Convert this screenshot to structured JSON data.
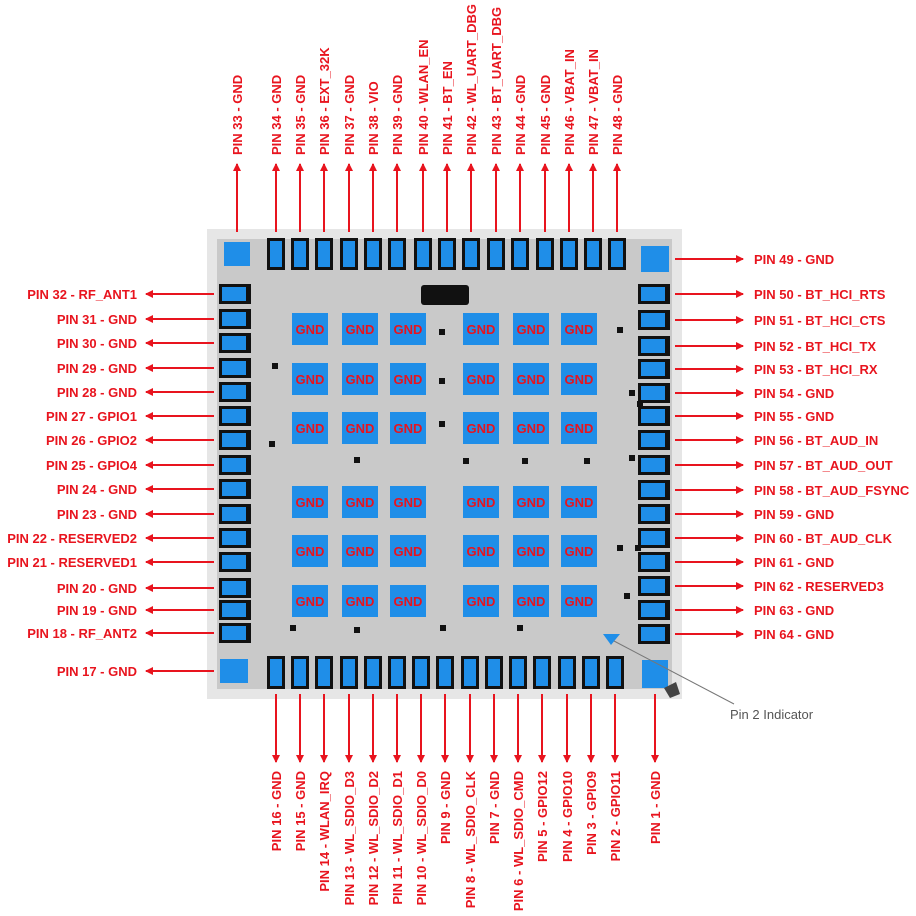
{
  "colors": {
    "label": "#e8141e",
    "pad": "#1f8ee8",
    "package": "#c9c9c9",
    "frame": "#e6e6e6",
    "outline": "#111111",
    "indicator_text": "#555555"
  },
  "pins": {
    "top": [
      {
        "label": "PIN 33 - GND"
      },
      {
        "label": "PIN 34 - GND"
      },
      {
        "label": "PIN 35 - GND"
      },
      {
        "label": "PIN 36 - EXT_32K"
      },
      {
        "label": "PIN 37 - GND"
      },
      {
        "label": "PIN 38 - VIO"
      },
      {
        "label": "PIN 39 - GND"
      },
      {
        "label": "PIN 40 - WLAN_EN"
      },
      {
        "label": "PIN 41 - BT_EN"
      },
      {
        "label": "PIN 42 - WL_UART_DBG"
      },
      {
        "label": "PIN 43 - BT_UART_DBG"
      },
      {
        "label": "PIN 44 - GND"
      },
      {
        "label": "PIN 45 - GND"
      },
      {
        "label": "PIN 46 - VBAT_IN"
      },
      {
        "label": "PIN 47 - VBAT_IN"
      },
      {
        "label": "PIN 48 - GND"
      }
    ],
    "bottom": [
      {
        "label": "PIN 16 - GND"
      },
      {
        "label": "PIN 15 - GND"
      },
      {
        "label": "PIN 14 - WLAN_IRQ"
      },
      {
        "label": "PIN 13 - WL_SDIO_D3"
      },
      {
        "label": "PIN 12 - WL_SDIO_D2"
      },
      {
        "label": "PIN 11 - WL_SDIO_D1"
      },
      {
        "label": "PIN 10 - WL_SDIO_D0"
      },
      {
        "label": "PIN 9 - GND"
      },
      {
        "label": "PIN 8 - WL_SDIO_CLK"
      },
      {
        "label": "PIN 7 - GND"
      },
      {
        "label": "PIN 6 - WL_SDIO_CMD"
      },
      {
        "label": "PIN 5 - GPIO12"
      },
      {
        "label": "PIN 4 - GPIO10"
      },
      {
        "label": "PIN 3 - GPIO9"
      },
      {
        "label": "PIN 2 - GPIO11"
      },
      {
        "label": "PIN 1 - GND"
      }
    ],
    "left": [
      {
        "label": "PIN 32 - RF_ANT1"
      },
      {
        "label": "PIN 31 - GND"
      },
      {
        "label": "PIN 30 - GND"
      },
      {
        "label": "PIN 29 - GND"
      },
      {
        "label": "PIN 28 - GND"
      },
      {
        "label": "PIN 27 - GPIO1"
      },
      {
        "label": "PIN 26 - GPIO2"
      },
      {
        "label": "PIN 25 - GPIO4"
      },
      {
        "label": "PIN 24 - GND"
      },
      {
        "label": "PIN 23 - GND"
      },
      {
        "label": "PIN 22 - RESERVED2"
      },
      {
        "label": "PIN 21 - RESERVED1"
      },
      {
        "label": "PIN 20 - GND"
      },
      {
        "label": "PIN 19 - GND"
      },
      {
        "label": "PIN 18 - RF_ANT2"
      },
      {
        "label": "PIN 17 - GND"
      }
    ],
    "right": [
      {
        "label": "PIN 49 - GND"
      },
      {
        "label": "PIN 50 - BT_HCI_RTS"
      },
      {
        "label": "PIN 51 - BT_HCI_CTS"
      },
      {
        "label": "PIN 52 - BT_HCI_TX"
      },
      {
        "label": "PIN 53 - BT_HCI_RX"
      },
      {
        "label": "PIN 54 - GND"
      },
      {
        "label": "PIN 55 - GND"
      },
      {
        "label": "PIN 56 - BT_AUD_IN"
      },
      {
        "label": "PIN 57 - BT_AUD_OUT"
      },
      {
        "label": "PIN 58 - BT_AUD_FSYNC"
      },
      {
        "label": "PIN 59 - GND"
      },
      {
        "label": "PIN 60 - BT_AUD_CLK"
      },
      {
        "label": "PIN 61 - GND"
      },
      {
        "label": "PIN 62 - RESERVED3"
      },
      {
        "label": "PIN 63 - GND"
      },
      {
        "label": "PIN 64 - GND"
      }
    ]
  },
  "ground_pads": {
    "label": "GND",
    "rows": 6,
    "columns": 6
  },
  "pin2_indicator": {
    "label": "Pin 2 Indicator"
  }
}
